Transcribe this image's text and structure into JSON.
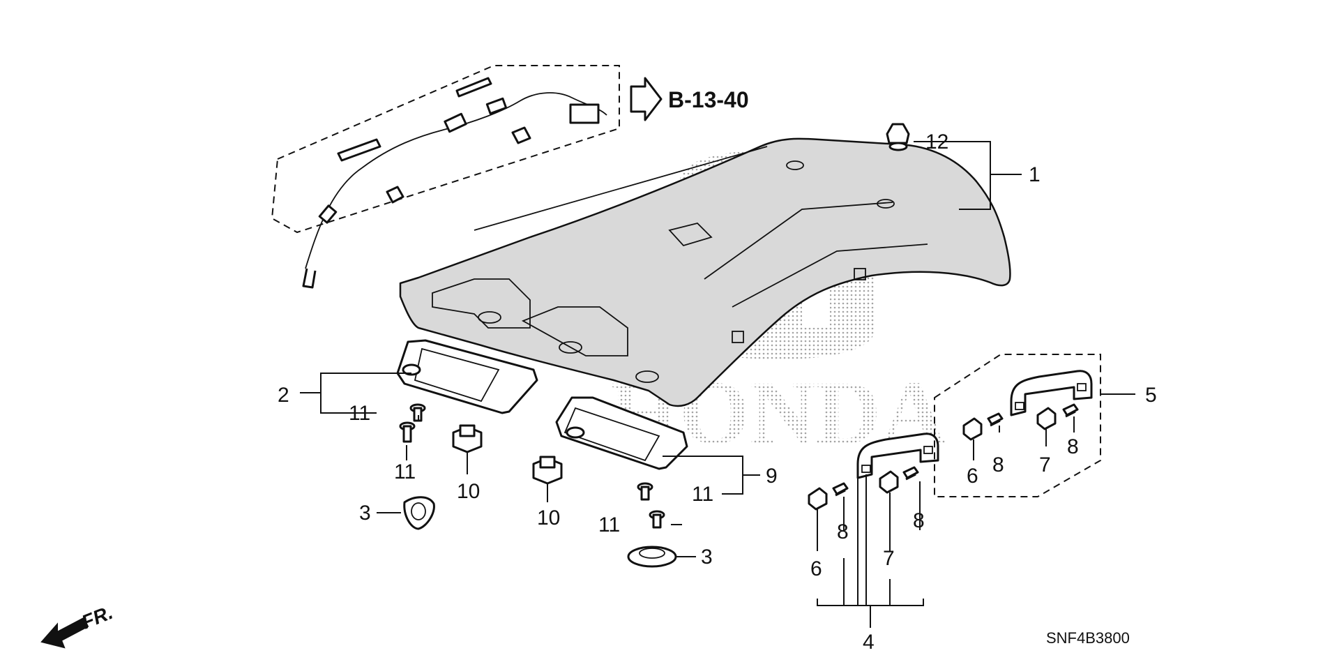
{
  "diagram": {
    "reference_link": "B-13-40",
    "front_marker": "FR.",
    "drawing_code": "SNF4B3800",
    "watermark": "HONDA",
    "callouts": [
      {
        "id": "c1",
        "text": "1"
      },
      {
        "id": "c2",
        "text": "2"
      },
      {
        "id": "c3a",
        "text": "3"
      },
      {
        "id": "c3b",
        "text": "3"
      },
      {
        "id": "c4",
        "text": "4"
      },
      {
        "id": "c5",
        "text": "5"
      },
      {
        "id": "c6a",
        "text": "6"
      },
      {
        "id": "c6b",
        "text": "6"
      },
      {
        "id": "c7a",
        "text": "7"
      },
      {
        "id": "c7b",
        "text": "7"
      },
      {
        "id": "c8a",
        "text": "8"
      },
      {
        "id": "c8b",
        "text": "8"
      },
      {
        "id": "c8c",
        "text": "8"
      },
      {
        "id": "c8d",
        "text": "8"
      },
      {
        "id": "c9",
        "text": "9"
      },
      {
        "id": "c10a",
        "text": "10"
      },
      {
        "id": "c10b",
        "text": "10"
      },
      {
        "id": "c11a",
        "text": "11"
      },
      {
        "id": "c11b",
        "text": "11"
      },
      {
        "id": "c11c",
        "text": "11"
      },
      {
        "id": "c11d",
        "text": "11"
      },
      {
        "id": "c12",
        "text": "12"
      }
    ]
  }
}
